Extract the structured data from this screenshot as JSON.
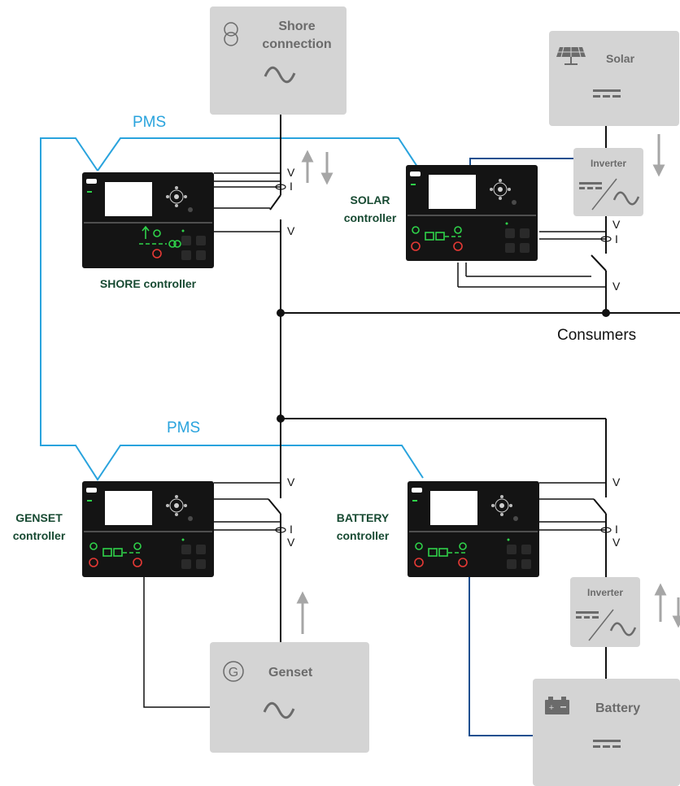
{
  "sources": {
    "shore": {
      "line1": "Shore",
      "line2": "connection",
      "icon": "transformer-icon",
      "symbol": "ac-sine-icon"
    },
    "solar": {
      "label": "Solar",
      "icon": "solar-panel-icon",
      "symbol": "dc-icon"
    },
    "genset": {
      "label": "Genset",
      "icon": "generator-g-icon",
      "symbol": "ac-sine-icon"
    },
    "battery": {
      "label": "Battery",
      "icon": "battery-icon",
      "symbol": "dc-icon"
    }
  },
  "inverters": {
    "top": {
      "label": "Inverter",
      "icon": "dc-ac-converter-icon"
    },
    "bottom": {
      "label": "Inverter",
      "icon": "dc-ac-converter-icon"
    }
  },
  "controllers": {
    "shore": {
      "line1": "SHORE controller",
      "line2": ""
    },
    "solar": {
      "line1": "SOLAR",
      "line2": "controller"
    },
    "genset": {
      "line1": "GENSET",
      "line2": "controller"
    },
    "battery": {
      "line1": "BATTERY",
      "line2": "controller"
    }
  },
  "pms": {
    "top": "PMS",
    "bottom": "PMS"
  },
  "measurements": {
    "v": "V",
    "i": "I"
  },
  "consumers": "Consumers",
  "colors": {
    "pms_line": "#29a3dd",
    "dc_line": "#1a4f8f",
    "label_green": "#174a32",
    "box_grey": "#d4d4d4",
    "box_text": "#6b6b6b",
    "controller_body": "#141414",
    "led_green": "#2fd34a",
    "led_red": "#e53935",
    "arrow_grey": "#a6a6a6"
  }
}
